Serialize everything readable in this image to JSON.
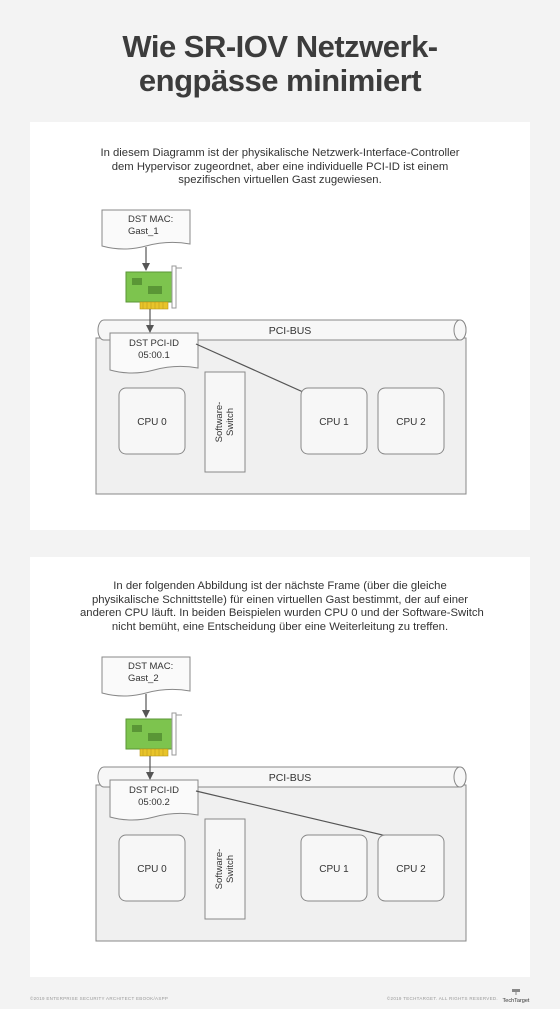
{
  "title_lines": [
    "Wie SR-IOV Netzwerk-",
    "engpässe minimiert"
  ],
  "panels": [
    {
      "description_lines": [
        "In diesem Diagramm ist der physikalische Netzwerk-Interface-Controller",
        "dem Hypervisor zugeordnet, aber eine individuelle PCI-ID ist einem",
        "spezifischen virtuellen Gast zugewiesen."
      ],
      "dst_mac_label": "DST MAC:",
      "dst_mac_value": "Gast_1",
      "pci_bus_label": "PCI-BUS",
      "dst_pci_label": "DST PCI-ID",
      "dst_pci_value": "05:00.1",
      "software_switch_lines": [
        "Software-",
        "Switch"
      ],
      "cpus": [
        "CPU 0",
        "CPU 1",
        "CPU 2"
      ],
      "target_cpu": "CPU 1"
    },
    {
      "description_lines": [
        "In der folgenden Abbildung ist der nächste Frame (über die gleiche",
        "physikalische Schnittstelle) für einen virtuellen Gast bestimmt, der auf einer",
        "anderen CPU läuft. In beiden Beispielen wurden CPU 0 und der Software-Switch",
        "nicht bemüht, eine Entscheidung über eine Weiterleitung zu treffen."
      ],
      "dst_mac_label": "DST MAC:",
      "dst_mac_value": "Gast_2",
      "pci_bus_label": "PCI-BUS",
      "dst_pci_label": "DST PCI-ID",
      "dst_pci_value": "05:00.2",
      "software_switch_lines": [
        "Software-",
        "Switch"
      ],
      "cpus": [
        "CPU 0",
        "CPU 1",
        "CPU 2"
      ],
      "target_cpu": "CPU 2"
    }
  ],
  "footer": {
    "source": "©2019 Enterprise Security Architect Ebook/Aspp",
    "copyright": "©2019 TechTarget. All rights reserved.",
    "logo_text": "TechTarget"
  },
  "colors": {
    "background": "#f3f3f3",
    "panel": "#ffffff",
    "enclosure_fill": "#f0f0f0",
    "nic_green": "#7dc44e",
    "nic_gold": "#e8c42a",
    "arrow": "#555555"
  }
}
